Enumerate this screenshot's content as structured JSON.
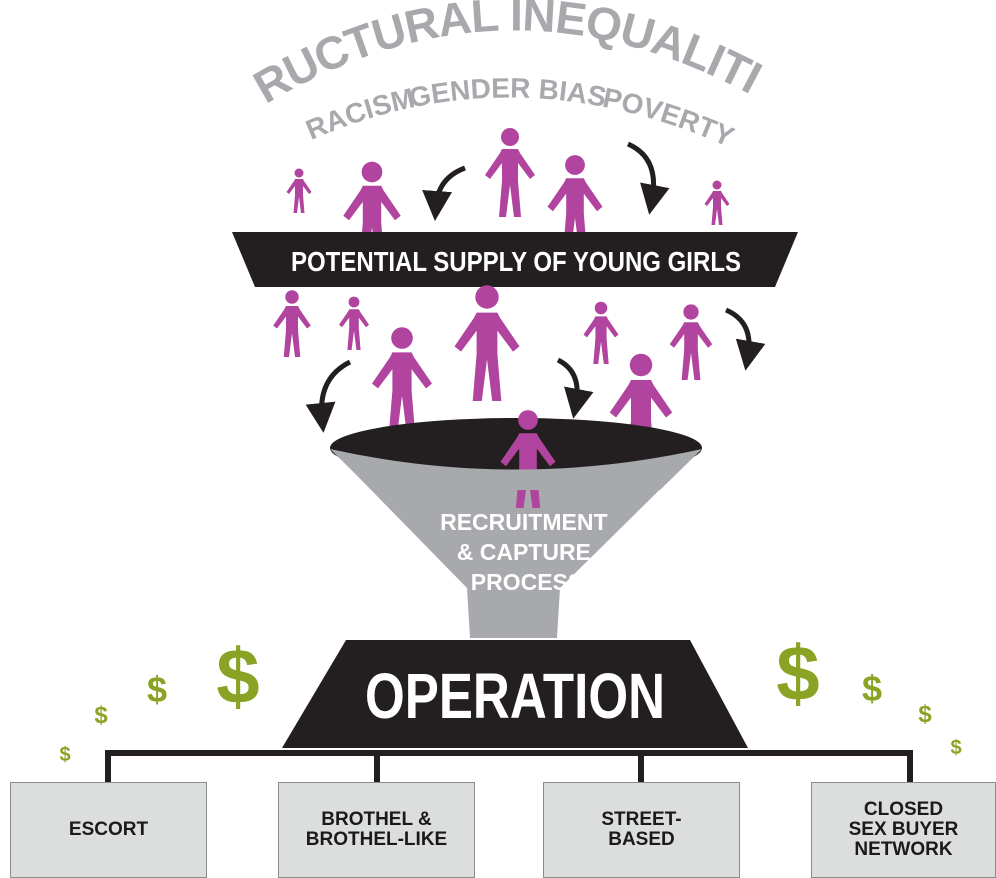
{
  "header": {
    "title": "STRUCTURAL INEQUALITIES:",
    "factors": [
      "RACISM",
      "GENDER BIAS",
      "POVERTY"
    ]
  },
  "supply_band": {
    "label": "POTENTIAL SUPPLY OF YOUNG GIRLS"
  },
  "funnel": {
    "label_lines": [
      "RECRUITMENT",
      "& CAPTURE",
      "PROCESS"
    ]
  },
  "operation": {
    "label": "OPERATION"
  },
  "currency_symbol": "$",
  "outlets": [
    {
      "label": "ESCORT"
    },
    {
      "label": "BROTHEL &\nBROTHEL-LIKE"
    },
    {
      "label": "STREET-\nBASED"
    },
    {
      "label": "CLOSED\nSEX BUYER\nNETWORK"
    }
  ],
  "colors": {
    "figure": "#b0449e",
    "dark": "#231f20",
    "gray_text": "#a7a9ac",
    "funnel": "#a7a9ac",
    "dollar": "#8aa324",
    "box_fill": "#dcdddd",
    "box_border": "#8a8c8e"
  }
}
